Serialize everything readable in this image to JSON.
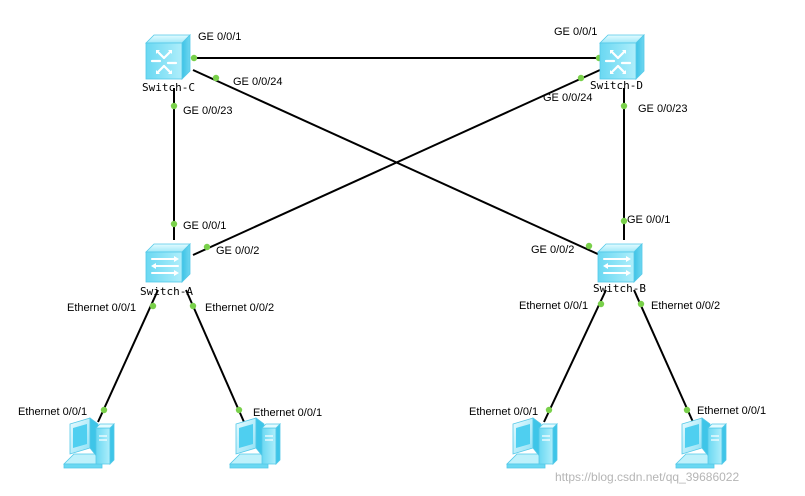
{
  "colors": {
    "link": "#000000",
    "port_indicator": "#79d04a",
    "device_light": "#bff1fb",
    "device_mid": "#7fdff5",
    "device_dark": "#3ec5e8",
    "watermark": "#b5b5b5"
  },
  "devices": {
    "switch_c": {
      "name": "Switch-C",
      "icon": "core-switch-icon"
    },
    "switch_d": {
      "name": "Switch-D",
      "icon": "core-switch-icon"
    },
    "switch_a": {
      "name": "Switch-A",
      "icon": "access-switch-icon"
    },
    "switch_b": {
      "name": "Switch-B",
      "icon": "access-switch-icon"
    },
    "pc1": {
      "icon": "pc-icon"
    },
    "pc2": {
      "icon": "pc-icon"
    },
    "pc3": {
      "icon": "pc-icon"
    },
    "pc4": {
      "icon": "pc-icon"
    }
  },
  "ports": {
    "c_ge001": "GE 0/0/1",
    "c_ge0024": "GE 0/0/24",
    "c_ge0023": "GE 0/0/23",
    "d_ge001": "GE 0/0/1",
    "d_ge0024": "GE 0/0/24",
    "d_ge0023": "GE 0/0/23",
    "a_ge001": "GE 0/0/1",
    "a_ge002": "GE 0/0/2",
    "a_eth001": "Ethernet 0/0/1",
    "a_eth002": "Ethernet 0/0/2",
    "b_ge001": "GE 0/0/1",
    "b_ge002": "GE 0/0/2",
    "b_eth001": "Ethernet 0/0/1",
    "b_eth002": "Ethernet 0/0/2",
    "pc1_eth": "Ethernet 0/0/1",
    "pc2_eth": "Ethernet 0/0/1",
    "pc3_eth": "Ethernet 0/0/1",
    "pc4_eth": "Ethernet 0/0/1"
  },
  "watermark": "https://blog.csdn.net/qq_39686022"
}
